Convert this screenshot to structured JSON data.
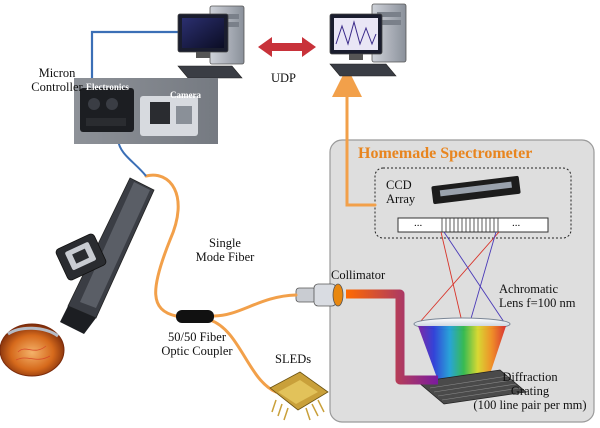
{
  "labels": {
    "micron_controller": [
      "Micron",
      "Controller"
    ],
    "electronics": "Electronics",
    "camera": "Camera",
    "udp": "UDP",
    "spectrometer_title": "Homemade Spectrometer",
    "ccd_array": [
      "CCD",
      "Array"
    ],
    "collimator": "Collimator",
    "achromatic_lens": [
      "Achromatic",
      "Lens f=100 nm"
    ],
    "single_mode_fiber": [
      "Single",
      "Mode Fiber"
    ],
    "coupler": [
      "50/50 Fiber",
      "Optic Coupler"
    ],
    "sleds": "SLEDs",
    "diffraction_grating": [
      "Diffraction",
      "Grating",
      "(100 line pair per mm)"
    ],
    "ccd_dots_left": "...",
    "ccd_dots_right": "..."
  },
  "colors": {
    "fiber_orange": "#f2a04a",
    "udp_arrow": "#c8323a",
    "usb_cable": "#3b6fb6",
    "spectrometer_bg": "#dedede",
    "title_orange": "#e8851f"
  }
}
